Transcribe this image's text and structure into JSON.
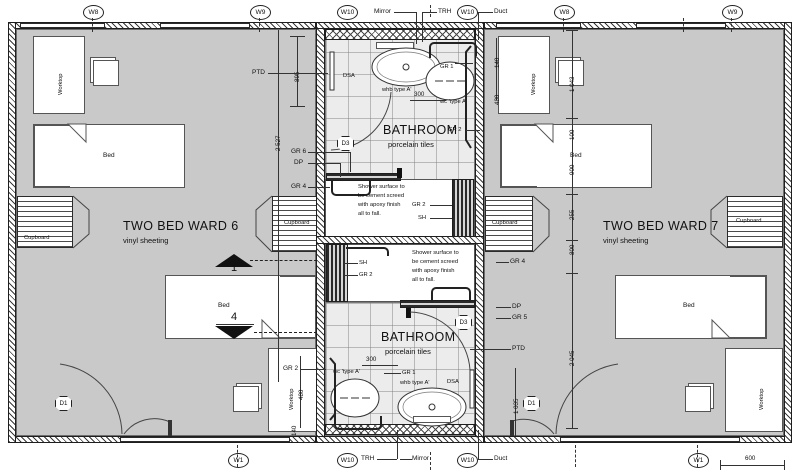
{
  "drawing": {
    "type": "architectural-floor-plan",
    "scale_bar": "600"
  },
  "rooms": [
    {
      "id": "ward6",
      "title": "TWO BED WARD 6",
      "finish": "vinyl sheeting"
    },
    {
      "id": "ward7",
      "title": "TWO BED WARD 7",
      "finish": "vinyl sheeting"
    },
    {
      "id": "bathroom_top",
      "title": "BATHROOM",
      "finish": "porcelain tiles"
    },
    {
      "id": "bathroom_bottom",
      "title": "BATHROOM",
      "finish": "porcelain tiles"
    }
  ],
  "furniture": {
    "bed": "Bed",
    "worktop": "Worktop",
    "cupboard": "Cupboard"
  },
  "fixtures": {
    "whb": "whb type A'",
    "wc": "wc 'type A'",
    "mirror": "Mirror",
    "duct": "Duct",
    "trh": "TRH",
    "dsa": "DSA",
    "ptd": "PTD",
    "dp": "DP",
    "sh": "SH",
    "gr1": "GR 1",
    "gr2": "GR 2",
    "gr4": "GR 4",
    "gr5": "GR 5",
    "gr6": "GR 6"
  },
  "notes": {
    "shower_note": "Shower surface to\nbe cement screed\nwith apoxy finish\nall to fall.",
    "shower_note_lines": [
      "Shower surface to",
      "be cement screed",
      "with apoxy finish",
      "all to fall."
    ]
  },
  "tags": {
    "windows_top": [
      "W8",
      "W9",
      "W10",
      "W10",
      "W8",
      "W9"
    ],
    "windows_bottom": [
      "W1",
      "W10",
      "W10",
      "W1"
    ],
    "doors": [
      "D1",
      "D3",
      "D3",
      "D1"
    ]
  },
  "dimensions": {
    "left_chain": [
      "895",
      "2 527",
      "140",
      "480",
      "140"
    ],
    "right_chain": [
      "140",
      "480",
      "1 043",
      "100",
      "900",
      "255",
      "800",
      "2 045",
      "1 035"
    ],
    "fixture_offsets": [
      "300",
      "300"
    ],
    "scale": "600"
  },
  "section_markers": [
    {
      "id": "1",
      "label": "1"
    },
    {
      "id": "4",
      "label": "4"
    }
  ]
}
